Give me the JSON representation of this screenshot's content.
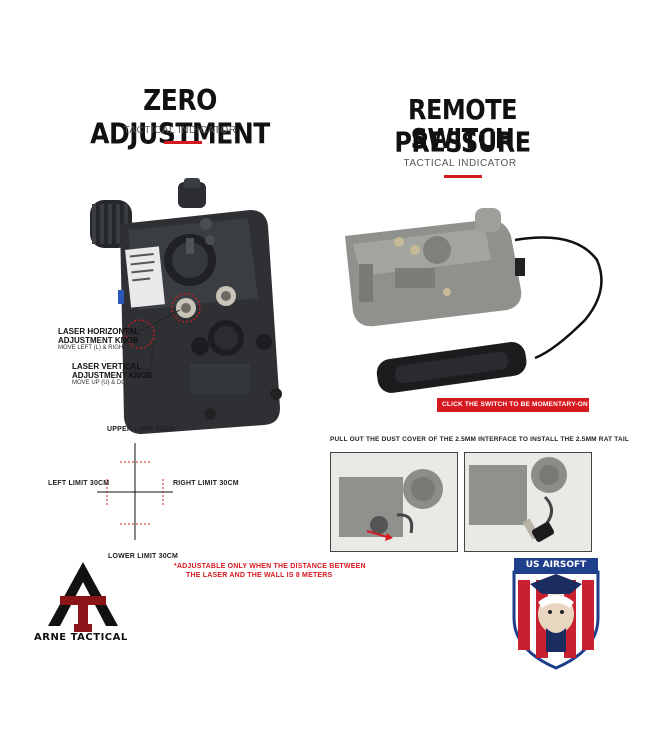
{
  "left_panel": {
    "title": "ZERO ADJUSTMENT",
    "subtitle": "TACTICAL INDICATOR",
    "horizontal_knob": {
      "title_line1": "LASER HORIZONTAL",
      "title_line2": "ADJUSTMENT KNOB",
      "note": "MOVE LEFT (L) & RIGHT (R)"
    },
    "vertical_knob": {
      "title_line1": "LASER VERTICAL",
      "title_line2": "ADJUSTMENT KNOB",
      "note": "MOVE UP (U) & DOWN (D)"
    },
    "limits": {
      "upper": "UPPER LIMIT 30CM",
      "left": "LEFT LIMIT 30CM",
      "right": "RIGHT LIMIT 30CM",
      "lower": "LOWER LIMIT 30CM"
    }
  },
  "right_panel": {
    "title_line1": "REMOTE PRESSURE",
    "title_line2": "SWITCH",
    "subtitle": "TACTICAL INDICATOR",
    "switch_caption": "CLICK THE SWITCH TO BE MOMENTARY-ON",
    "dust_cover_note": "PULL OUT THE DUST COVER OF THE 2.5MM INTERFACE TO INSTALL THE 2.5MM RAT TAIL"
  },
  "footnote": {
    "line1": "*ADJUSTABLE ONLY WHEN THE DISTANCE BETWEEN",
    "line2": "THE LASER AND THE WALL IS 8 METERS"
  },
  "logos": {
    "arne": "ARNE TACTICAL",
    "usa": "US AIRSOFT"
  },
  "colors": {
    "accent_red": "#d71920",
    "device_dark": "#2e3034",
    "device_grey": "#8e918c",
    "shield_blue": "#1f3f8c"
  }
}
